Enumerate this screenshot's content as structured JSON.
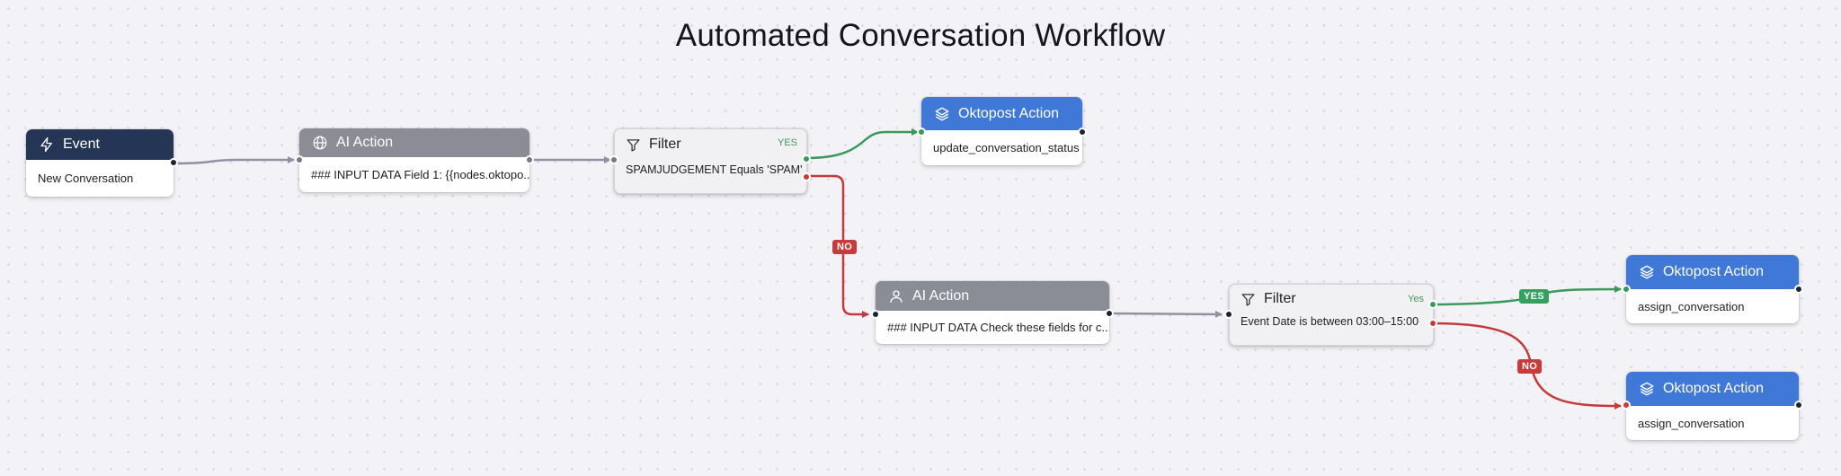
{
  "title": "Automated Conversation Workflow",
  "nodes": {
    "event": {
      "header": "Event",
      "body": "New Conversation"
    },
    "ai1": {
      "header": "AI Action",
      "body": "### INPUT DATA Field 1: {{nodes.oktopo..."
    },
    "filter1": {
      "header": "Filter",
      "tag": "YES",
      "body": "SPAMJUDGEMENT Equals 'SPAM'"
    },
    "okto1": {
      "header": "Oktopost Action",
      "body": "update_conversation_status"
    },
    "ai2": {
      "header": "AI Action",
      "body": "### INPUT DATA Check these fields for c..."
    },
    "filter2": {
      "header": "Filter",
      "tag": "Yes",
      "body": "Event Date is between 03:00–15:00"
    },
    "okto2": {
      "header": "Oktopost Action",
      "body": "assign_conversation"
    },
    "okto3": {
      "header": "Oktopost Action",
      "body": "assign_conversation"
    }
  },
  "edge_labels": {
    "no1": "NO",
    "yes2": "YES",
    "no2": "NO"
  },
  "colors": {
    "event_header": "#243555",
    "ai_header": "#8a8c96",
    "oktopost_header": "#3f78d6",
    "edge_default": "#8e92a4",
    "edge_yes": "#3a9a5c",
    "edge_no": "#c43a3a"
  },
  "icons": {
    "event": "lightning-icon",
    "ai1": "globe-icon",
    "filter": "funnel-icon",
    "oktopost": "layers-icon",
    "ai2": "user-icon"
  }
}
